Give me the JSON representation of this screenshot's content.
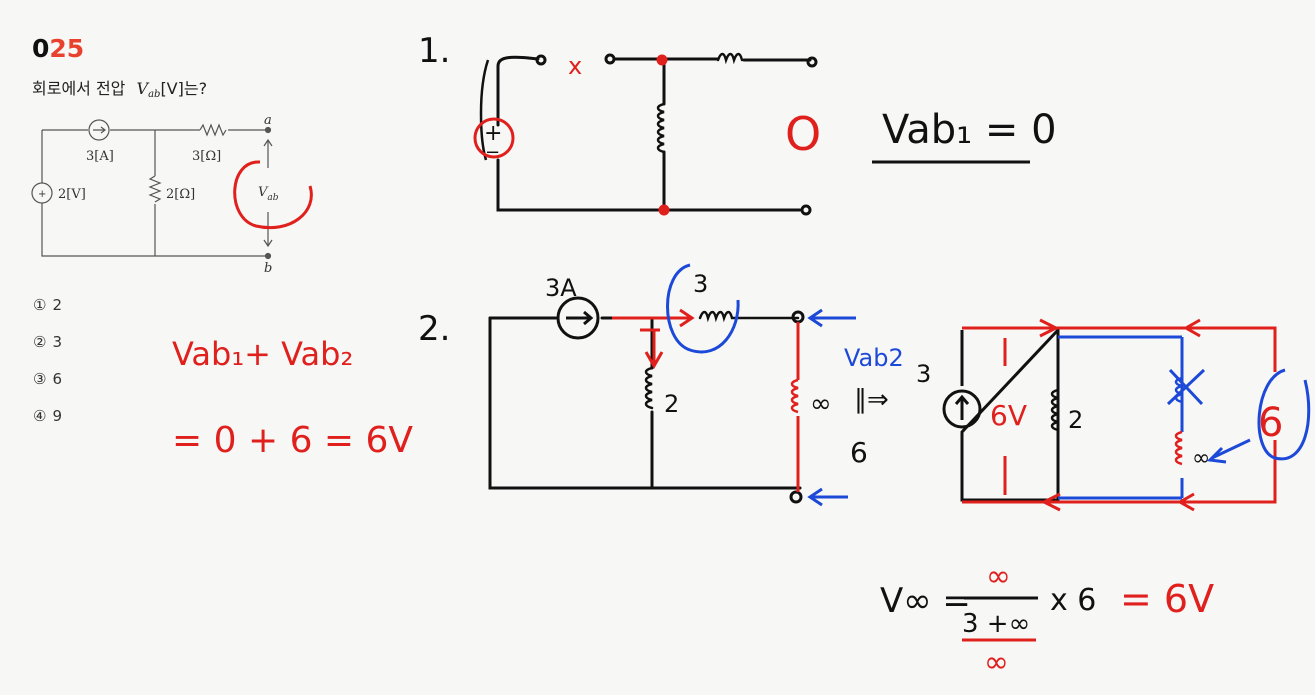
{
  "problem": {
    "number_prefix": "0",
    "number_suffix": "25",
    "question_text": "회로에서 전압",
    "question_var": "V",
    "question_var_sub": "ab",
    "question_unit": "[V]는?",
    "choices": [
      {
        "mark": "①",
        "value": "2"
      },
      {
        "mark": "②",
        "value": "3"
      },
      {
        "mark": "③",
        "value": "6"
      },
      {
        "mark": "④",
        "value": "9"
      }
    ]
  },
  "circuit": {
    "current_source": "3[A]",
    "resistor_top": "3[Ω]",
    "voltage_source": "2[V]",
    "resistor_mid": "2[Ω]",
    "node_a": "a",
    "node_b": "b",
    "output_var": "V",
    "output_sub": "ab"
  },
  "notes": {
    "step1_num": "1.",
    "step2_num": "2.",
    "step1_cross": "x",
    "step1_circle": "O",
    "step1_result": "Vab₁ = 0",
    "src_plus": "+",
    "src_minus": "−",
    "sum_line1": "Vab₁+ Vab₂",
    "sum_line2": "= 0 + 6 = 6V",
    "label_3A": "3A",
    "label_3": "3",
    "label_2": "2",
    "label_inf": "∞",
    "vab2_label": "Vab2",
    "equiv_3": "3",
    "equiv_6": "6",
    "src_6V": "6V",
    "equiv_2": "2",
    "equiv_inf": "∞",
    "circle_6": "6",
    "voo_lhs": "V∞ =",
    "frac_num": "∞",
    "frac_den": "3 +∞",
    "frac_den2": "∞",
    "times6": "x 6",
    "result": "= 6V"
  },
  "colors": {
    "ink": "#111111",
    "red": "#e0201c",
    "blue": "#1d49d8",
    "gray": "#3a3a3a",
    "accent": "#e8412e"
  }
}
